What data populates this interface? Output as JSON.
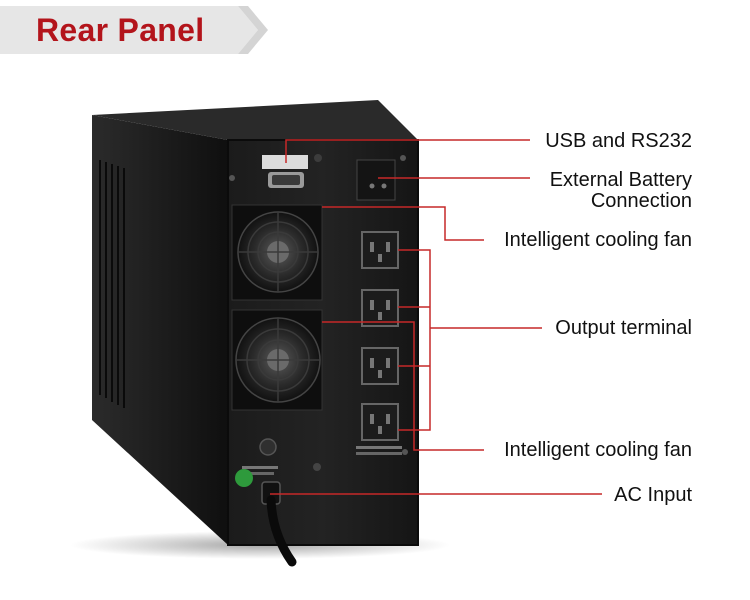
{
  "banner": {
    "title": "Rear Panel"
  },
  "callouts": [
    {
      "id": "usb",
      "lines": [
        "USB and RS232"
      ]
    },
    {
      "id": "battery",
      "lines": [
        "External Battery",
        "Connection"
      ]
    },
    {
      "id": "fan_top",
      "lines": [
        "Intelligent cooling fan"
      ]
    },
    {
      "id": "output",
      "lines": [
        "Output terminal"
      ]
    },
    {
      "id": "fan_bottom",
      "lines": [
        "Intelligent cooling fan"
      ]
    },
    {
      "id": "ac",
      "lines": [
        "AC Input"
      ]
    }
  ],
  "colors": {
    "accent": "#b3141b",
    "leader": "#c62828",
    "banner_bg": "#e6e6e6",
    "body": "#1a1a1a"
  }
}
